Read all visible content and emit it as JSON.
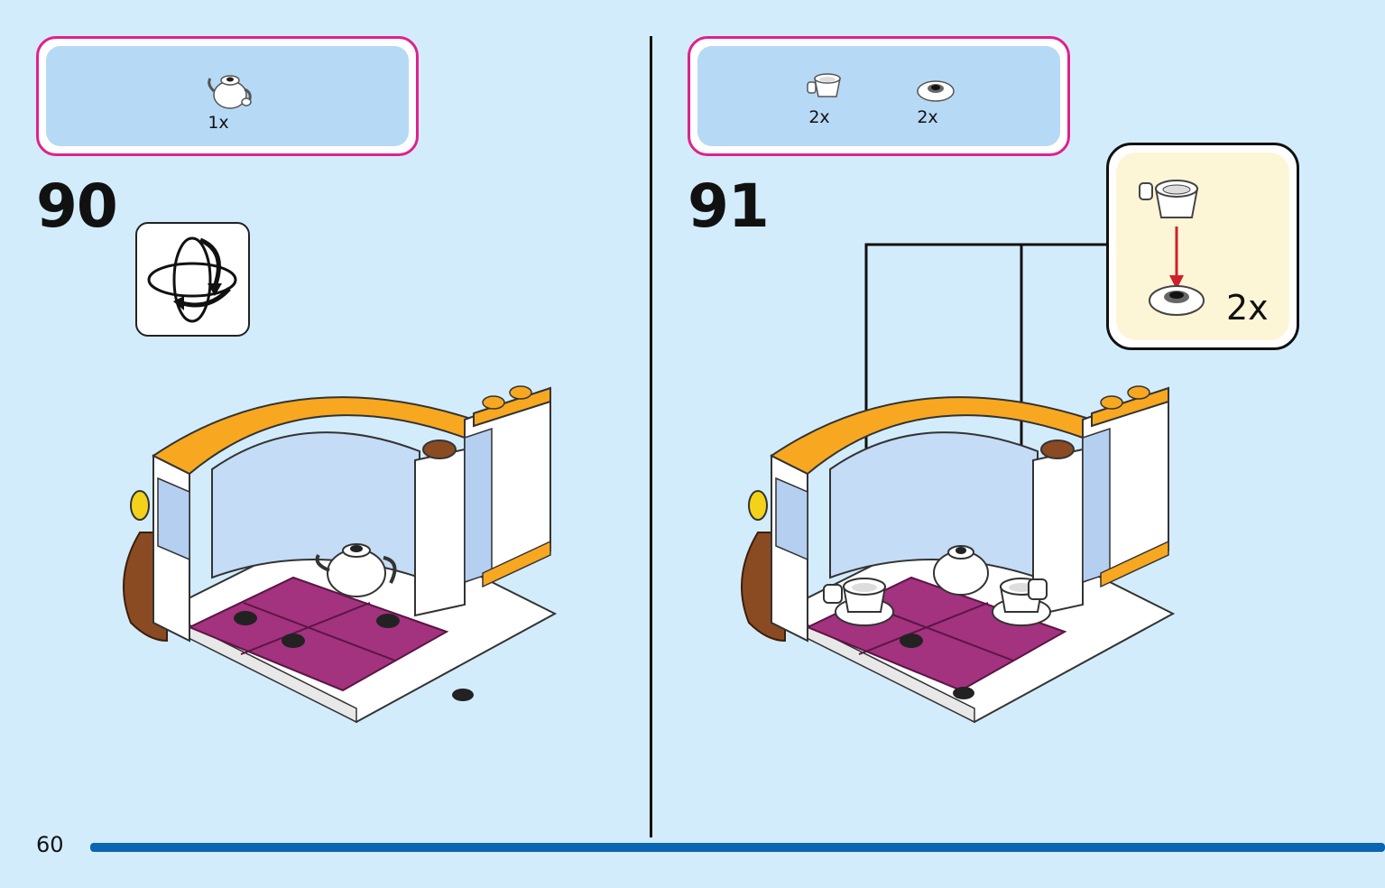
{
  "page_number": "60",
  "steps": [
    {
      "number": "90",
      "parts": [
        {
          "icon": "teapot-piece-icon",
          "qty": "1x"
        }
      ],
      "rotate_icon": "rotate-model-icon"
    },
    {
      "number": "91",
      "parts": [
        {
          "icon": "teacup-piece-icon",
          "qty": "2x"
        },
        {
          "icon": "saucer-plate-piece-icon",
          "qty": "2x"
        }
      ],
      "callout": {
        "qty": "2x"
      }
    }
  ],
  "colors": {
    "background": "#d3ecfb",
    "parts_border": "#e0218a",
    "parts_fill": "#b6d9f5",
    "callout_fill": "#fdf6d6",
    "bottom_bar": "#0a66b3",
    "arrow_red": "#d0202a"
  }
}
